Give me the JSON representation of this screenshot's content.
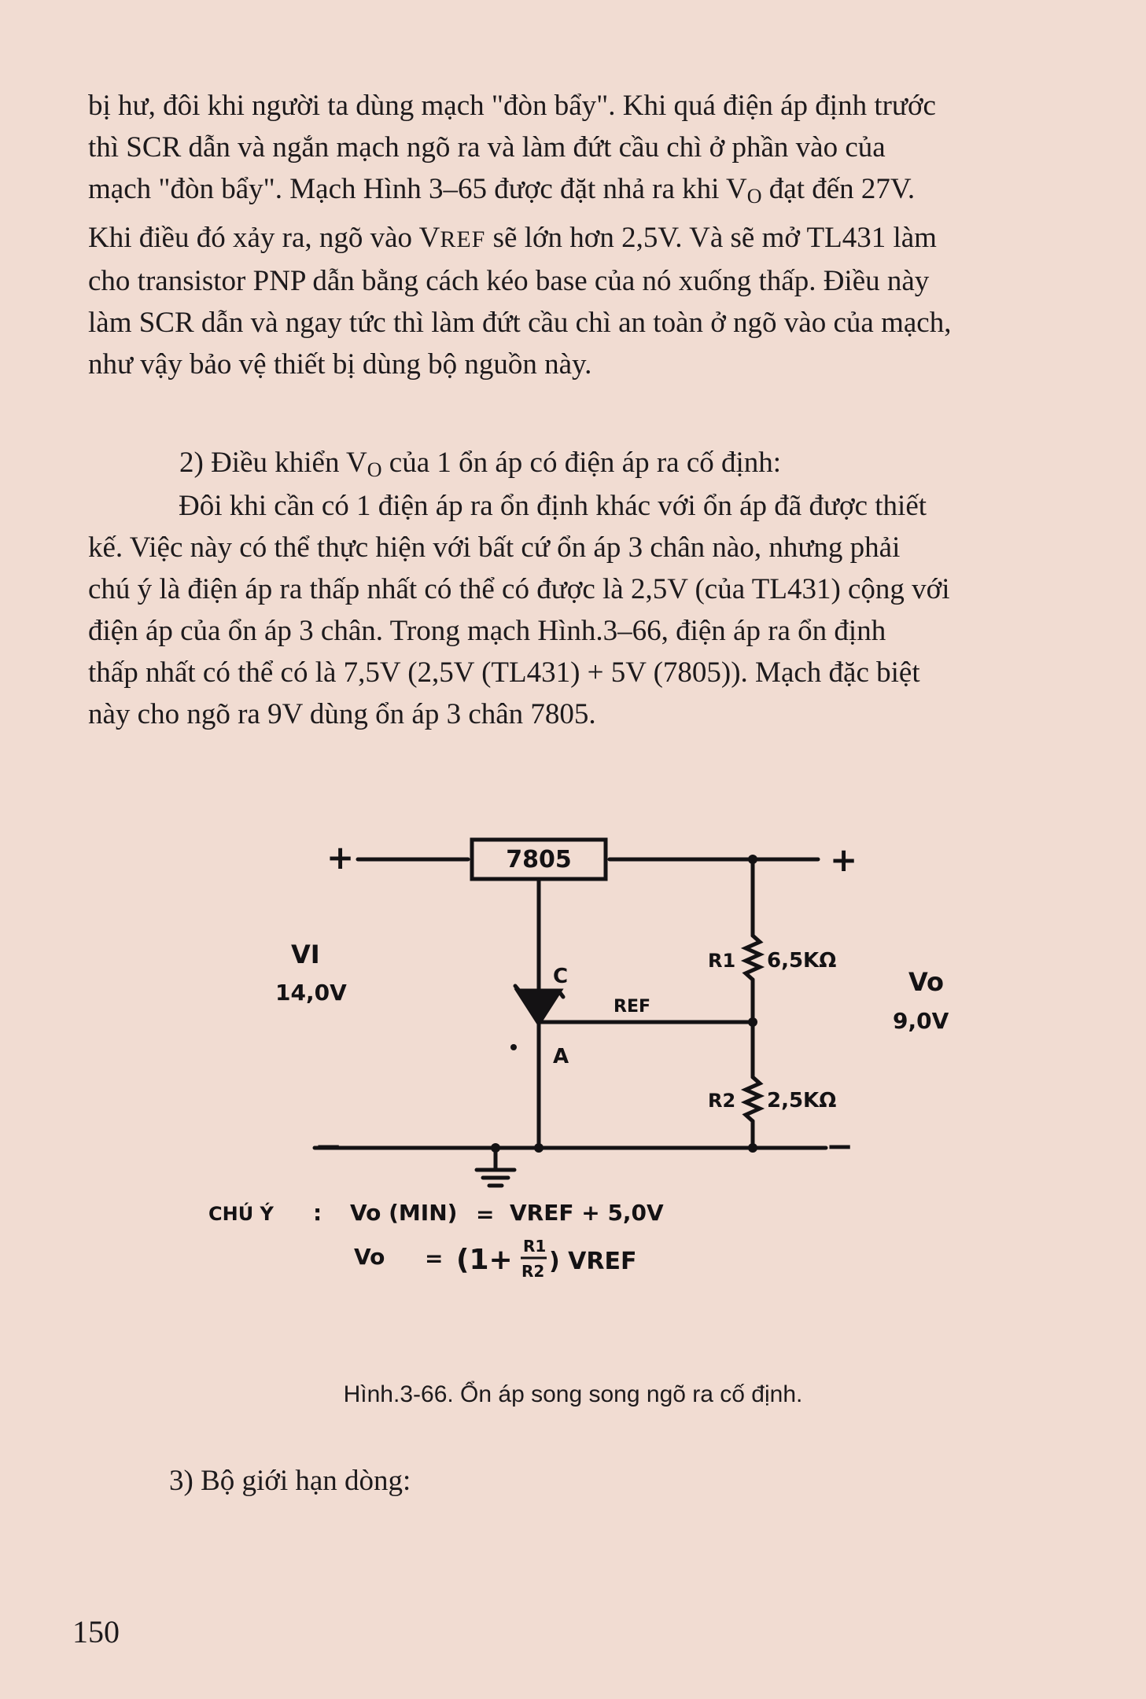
{
  "paragraph1": {
    "lines": [
      "bị hư, đôi khi người ta dùng mạch \"đòn bẩy\". Khi quá điện áp định trước",
      "thì SCR dẫn và ngắn mạch ngõ ra và làm đứt cầu chì ở phần vào của",
      "mạch \"đòn bẩy\". Mạch Hình 3–65 được đặt nhả ra khi V",
      "Khi điều đó xảy ra, ngõ vào V",
      "cho transistor PNP dẫn bằng cách kéo base của nó xuống thấp. Điều này",
      "làm SCR dẫn và ngay tức thì làm đứt cầu chì an toàn ở ngõ vào của mạch,",
      "như vậy bảo vệ thiết bị dùng bộ nguồn này."
    ],
    "line3_sub": "O",
    "line3_tail": " đạt đến 27V.",
    "line4_ref": "REF",
    "line4_tail": " sẽ lớn hơn 2,5V. Và sẽ mở TL431 làm"
  },
  "heading2": {
    "prefix": "2) Điều khiển V",
    "sub": "O",
    "suffix": " của 1 ổn áp có điện áp ra cố định:"
  },
  "paragraph2": {
    "lines": [
      "Đôi khi cần có 1 điện áp ra ổn định khác với ổn áp đã được thiết",
      "kế. Việc này có thể thực hiện với bất cứ ổn áp 3 chân nào, nhưng phải",
      "chú ý là điện áp ra thấp nhất có thể có được là 2,5V (của TL431) cộng với",
      "điện áp của ổn áp 3 chân. Trong mạch Hình.3–66, điện áp ra ổn định",
      "thấp nhất có thể có là 7,5V (2,5V (TL431) + 5V (7805)). Mạch đặc biệt",
      "này cho ngõ ra 9V dùng ổn áp 3 chân 7805."
    ]
  },
  "figure": {
    "regulator": "7805",
    "plus_in": "+",
    "plus_out": "+",
    "minus_in": "−",
    "minus_out": "−",
    "vin_label": "VI",
    "vin_value": "14,0V",
    "vout_label": "Vo",
    "vout_value": "9,0V",
    "r1_label": "R1",
    "r1_value": "6,5KΩ",
    "r2_label": "R2",
    "r2_value": "2,5KΩ",
    "pin_c": "C",
    "pin_a": "A",
    "pin_ref": "REF",
    "note_label": "CHÚ Ý",
    "note_colon": ":",
    "eq1_lhs": "Vo (MIN)",
    "eq1_eq": "=",
    "eq1_rhs": "VREF + 5,0V",
    "eq2_lhs": "Vo",
    "eq2_eq": "=",
    "eq2_open": "(1+",
    "eq2_num": "R1",
    "eq2_den": "R2",
    "eq2_close": ") VREF"
  },
  "caption": "Hình.3-66. Ổn áp song song ngõ ra cố định.",
  "heading3": "3) Bộ giới hạn dòng:",
  "page_number": "150",
  "colors": {
    "paper": "#f1dcd2",
    "ink": "#1d1a1c"
  }
}
